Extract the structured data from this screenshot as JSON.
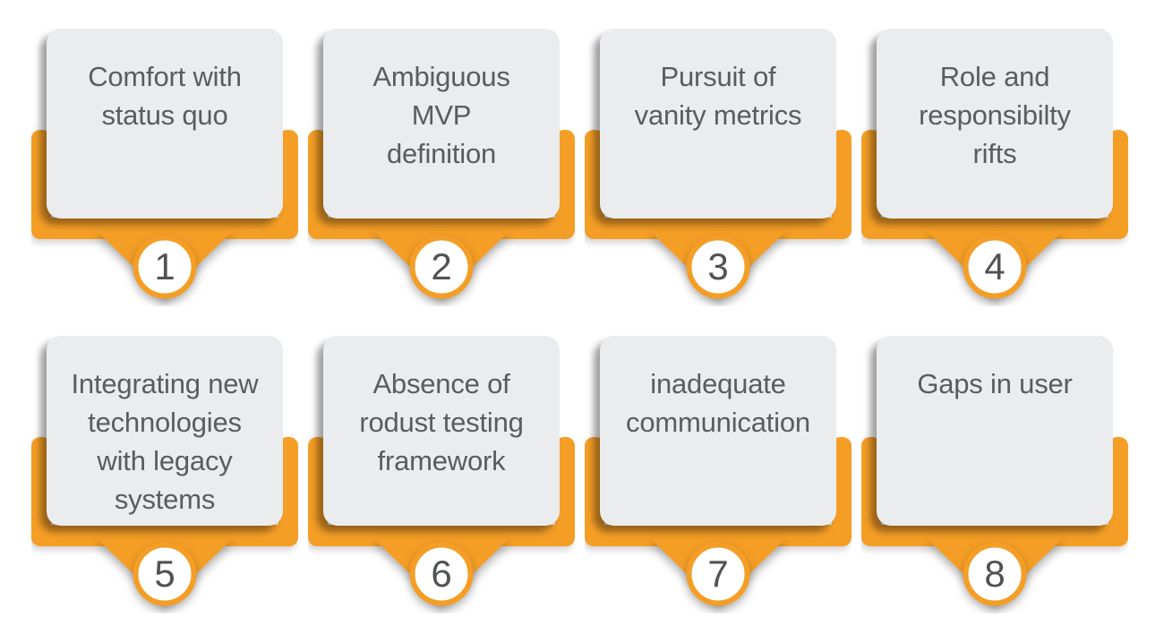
{
  "figure": {
    "type": "numbered-steps-infographic",
    "background": "#ffffff",
    "accent_color": "#F49E26",
    "card_color": "#EBECEE",
    "text_color": "#5B5C5F",
    "number_color": "#515254",
    "circle_fill": "#FFFFFF",
    "steps": [
      {
        "number": "1",
        "label": "Comfort with\nstatus quo"
      },
      {
        "number": "2",
        "label": "Ambiguous\nMVP\ndefinition"
      },
      {
        "number": "3",
        "label": "Pursuit of\nvanity metrics"
      },
      {
        "number": "4",
        "label": "Role and\nresponsibilty\nrifts"
      },
      {
        "number": "5",
        "label": "Integrating new\ntechnologies\nwith legacy\nsystems"
      },
      {
        "number": "6",
        "label": "Absence of\nrodust testing\nframework"
      },
      {
        "number": "7",
        "label": "inadequate\ncommunication"
      },
      {
        "number": "8",
        "label": "Gaps in user"
      }
    ]
  }
}
